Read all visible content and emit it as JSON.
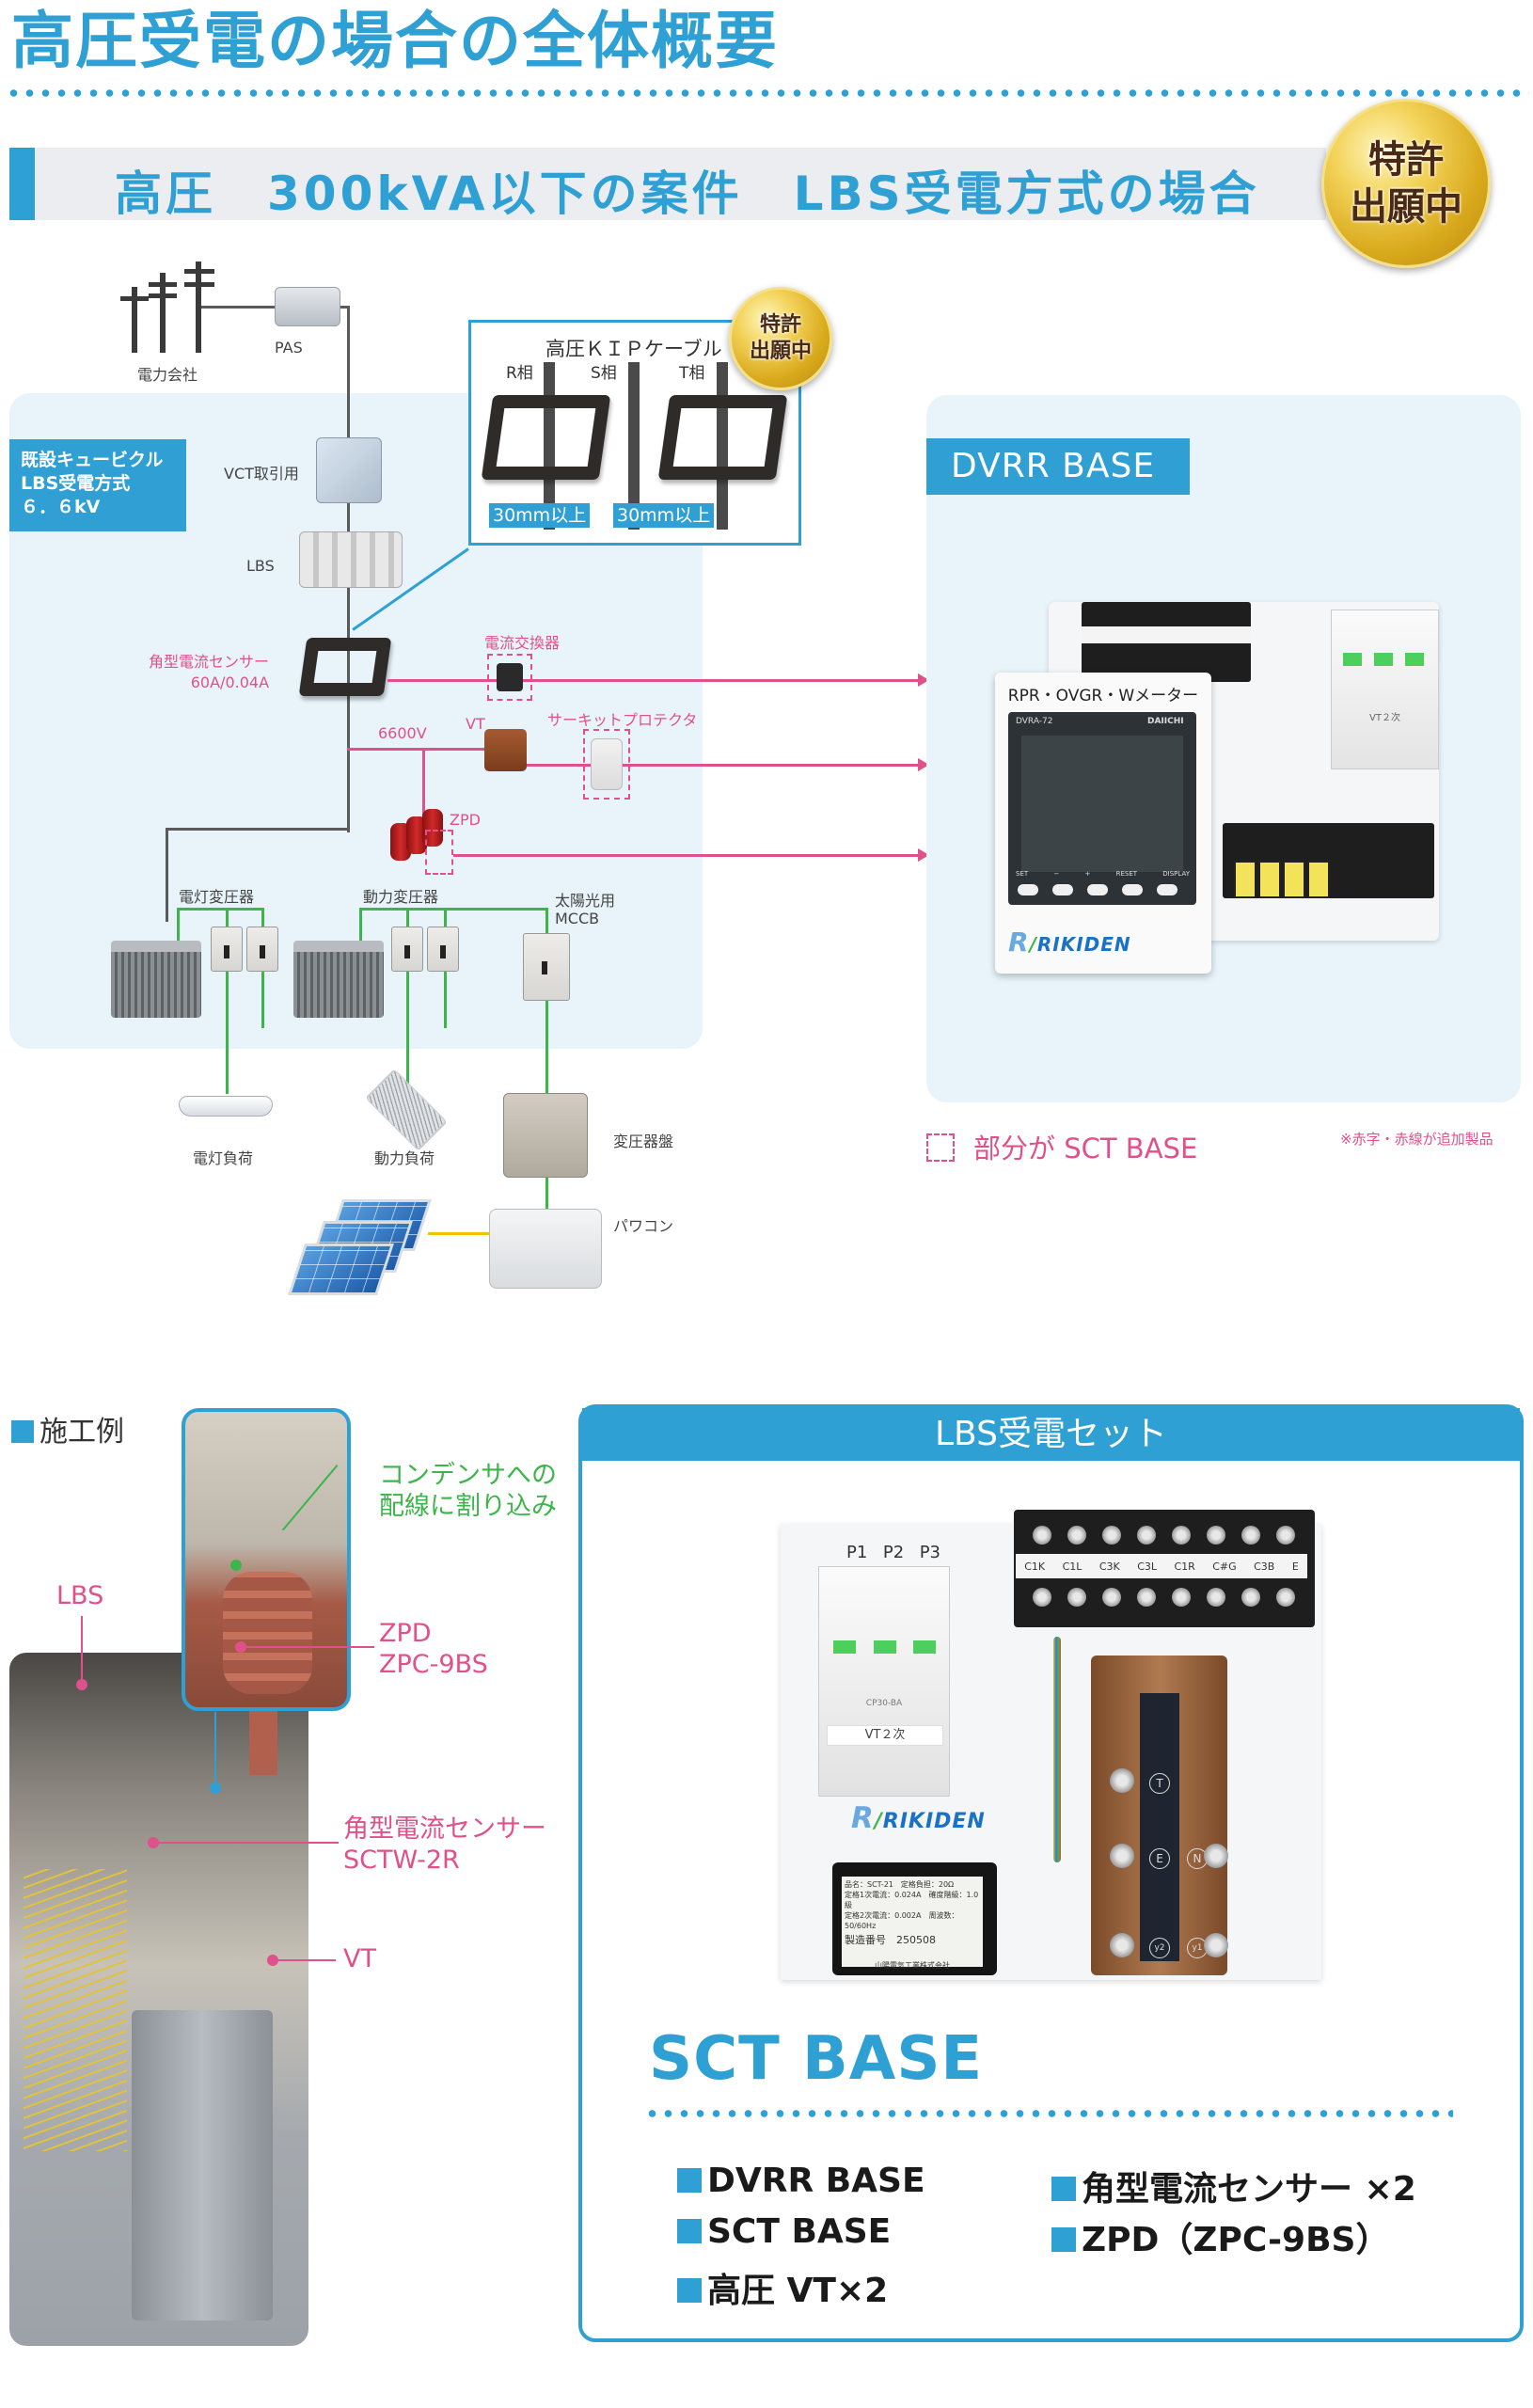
{
  "page_title": "高圧受電の場合の全体概要",
  "section": {
    "heading": "高圧　300kVA以下の案件　LBS受電方式の場合",
    "badge": {
      "line1": "特許",
      "line2": "出願中"
    }
  },
  "diagram": {
    "utility_label": "電力会社",
    "pas_label": "PAS",
    "cubicle_label": [
      "既設キュービクル",
      "LBS受電方式",
      "６．６kV"
    ],
    "vct_label": "VCT取引用",
    "lbs_label": "LBS",
    "sensor_label": [
      "角型電流センサー",
      "60A/0.04A"
    ],
    "current_converter_label": "電流交換器",
    "voltage_label": "6600V",
    "vt_label": "VT",
    "circuit_protector_label": "サーキットプロテクタ",
    "zpd_label": "ZPD",
    "lighting_transformer_label": "電灯変圧器",
    "power_transformer_label": "動力変圧器",
    "solar_mccb_label": [
      "太陽光用",
      "MCCB"
    ],
    "lighting_load_label": "電灯負荷",
    "power_load_label": "動力負荷",
    "transformer_panel_label": "変圧器盤",
    "pcs_label": "パワコン",
    "kip": {
      "title": "高圧ＫＩＰケーブル",
      "badge": {
        "line1": "特許",
        "line2": "出願中"
      },
      "phases": [
        "R相",
        "S相",
        "T相"
      ],
      "clearance_notes": [
        "30mm以上",
        "30mm以上"
      ]
    }
  },
  "dvrr": {
    "label": "DVRR BASE",
    "meter_caption": "RPR・OVGR・Wメーター",
    "meter_model": "DVRA-72",
    "meter_brand": "DAIICHI",
    "meter_buttons": [
      "SET",
      "−",
      "+",
      "RESET",
      "DISPLAY"
    ],
    "breaker_label": "VT２次",
    "logo": "RIKIDEN"
  },
  "legend": {
    "text": "部分が SCT BASE",
    "note": "※赤字・赤線が追加製品"
  },
  "example": {
    "title": "施工例",
    "callouts": {
      "capacitor": [
        "コンデンサへの",
        "配線に割り込み"
      ],
      "zpd": [
        "ZPD",
        "ZPC-9BS"
      ],
      "lbs": "LBS",
      "sensor": [
        "角型電流センサー",
        "SCTW-2R"
      ],
      "vt": "VT"
    }
  },
  "lbs_set": {
    "header": "LBS受電セット",
    "breaker_poles": [
      "P1",
      "P2",
      "P3"
    ],
    "breaker_label": "VT２次",
    "breaker_model": "CP30-BA",
    "terminal_labels": [
      "C1K",
      "C1L",
      "C3K",
      "C3L",
      "C1R",
      "C#G",
      "C3B",
      "E"
    ],
    "zpd_marks": [
      "T",
      "E",
      "N",
      "y2",
      "y1"
    ],
    "sct_unit_sheet": [
      "品名：SCT-21　定格負担：20Ω",
      "定格1次電流：0.024A　確度階級：1.0級",
      "定格2次電流：0.002A　周波数：50/60Hz",
      "製造番号　250508",
      "山陽電気工業株式会社"
    ],
    "logo": "RIKIDEN",
    "product_title": "SCT BASE",
    "items_left": [
      "DVRR BASE",
      "SCT BASE",
      "高圧 VT×2"
    ],
    "items_right": [
      "角型電流センサー ×2",
      "ZPD（ZPC-9BS）"
    ]
  },
  "colors": {
    "accent_blue": "#2fa0d4",
    "added_product_pink": "#e0508a",
    "low_voltage_green": "#3cb64a",
    "dc_yellow": "#f2c200",
    "panel_bg": "#e8f4fa"
  }
}
